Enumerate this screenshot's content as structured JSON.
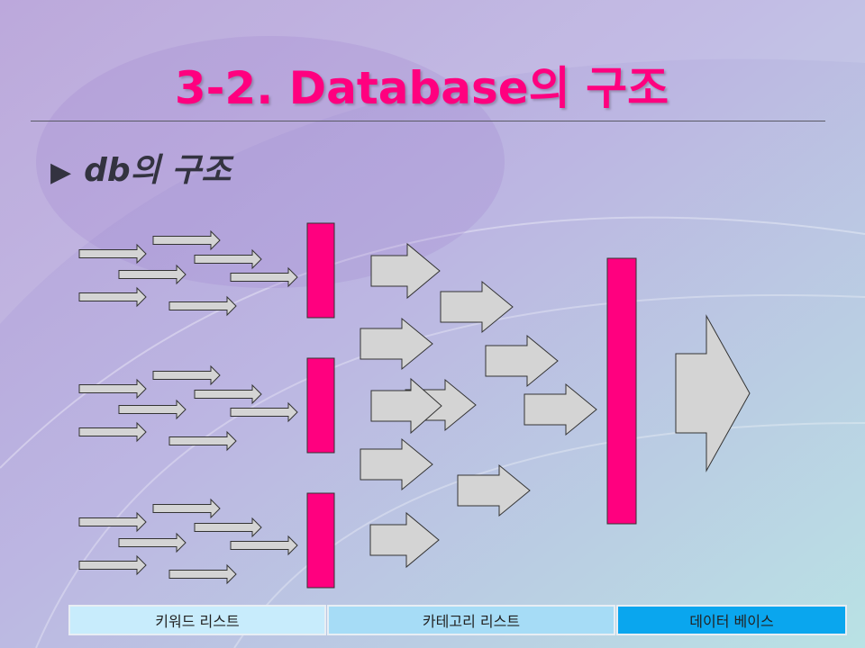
{
  "slide": {
    "title": "3-2. Database의 구조",
    "subtitle": "db의 구조",
    "bullet_icon": "triangle-right-icon"
  },
  "footer": {
    "tabs": [
      {
        "label": "키워드 리스트",
        "color": "#c8ecfc"
      },
      {
        "label": "카테고리 리스트",
        "color": "#a6dcf6"
      },
      {
        "label": "데이터 베이스",
        "color": "#0aa6ee"
      }
    ]
  },
  "colors": {
    "accent": "#ff007f",
    "arrow_fill": "#d4d4d4",
    "arrow_stroke": "#333333"
  }
}
